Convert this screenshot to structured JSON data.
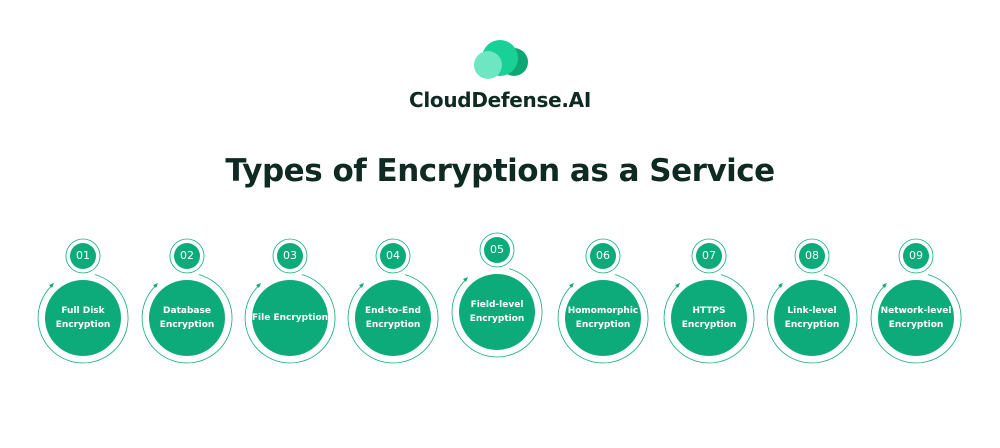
{
  "brand": {
    "name": "CloudDefense.AI",
    "colors": {
      "primary": "#0eab7a",
      "light": "#5ee3bd",
      "mid": "#19d195",
      "dark": "#0f2a22"
    }
  },
  "title": "Types of Encryption as a Service",
  "items": [
    {
      "num": "01",
      "label": "Full Disk Encryption"
    },
    {
      "num": "02",
      "label": "Database Encryption"
    },
    {
      "num": "03",
      "label": "File Encryption"
    },
    {
      "num": "04",
      "label": "End-to-End Encryption"
    },
    {
      "num": "05",
      "label": "Field-level Encryption"
    },
    {
      "num": "06",
      "label": "Homomorphic Encryption"
    },
    {
      "num": "07",
      "label": "HTTPS Encryption"
    },
    {
      "num": "08",
      "label": "Link-level Encryption"
    },
    {
      "num": "09",
      "label": "Network-level Encryption"
    }
  ]
}
